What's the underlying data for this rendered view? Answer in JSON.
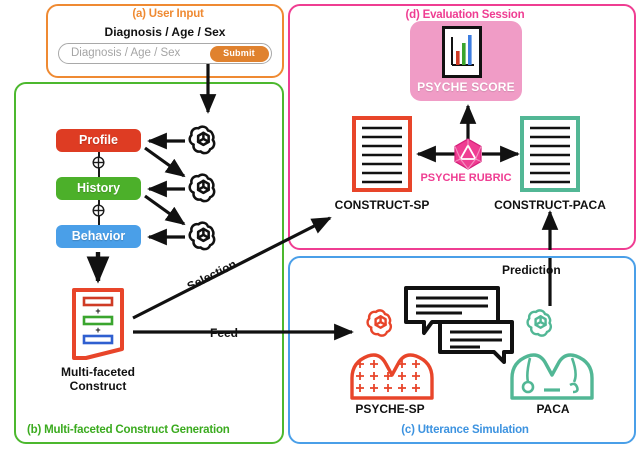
{
  "figure": {
    "panels": {
      "a": {
        "label": "(a) User Input",
        "color": "#ef8a32"
      },
      "b": {
        "label": "(b) Multi-faceted Construct Generation",
        "color": "#3bab1f"
      },
      "c": {
        "label": "(c) Utterance Simulation",
        "color": "#3d93e0"
      },
      "d": {
        "label": "(d) Evaluation Session",
        "color": "#ef3d92"
      }
    }
  },
  "user_input": {
    "prompt_label": "Diagnosis / Age / Sex",
    "field_placeholder": "Diagnosis / Age / Sex",
    "submit_label": "Submit",
    "submit_color": "#e0822f"
  },
  "construct_generation": {
    "facets": [
      {
        "label": "Profile",
        "color": "#de3c23"
      },
      {
        "label": "History",
        "color": "#4cb02a"
      },
      {
        "label": "Behavior",
        "color": "#4a9fe8"
      }
    ],
    "operator": "+",
    "output_label_line1": "Multi-faceted",
    "output_label_line2": "Construct",
    "model_icon": "openai-logo-icon"
  },
  "edges": {
    "selection": "Selection",
    "feed": "Feed",
    "prediction": "Prediction"
  },
  "utterance_simulation": {
    "agents": [
      {
        "name": "PSYCHE-SP",
        "color": "#e8452a",
        "icon": "openai-patient-avatar-icon"
      },
      {
        "name": "PACA",
        "color": "#52b795",
        "icon": "openai-doctor-avatar-icon"
      }
    ],
    "bubble_icon": "speech-bubble-icon"
  },
  "evaluation_session": {
    "score_box_label": "PSYCHE SCORE",
    "score_box_color": "#f09cc6",
    "score_icon": "bar-chart-card-icon",
    "score_bars": [
      {
        "color": "#cf3b25",
        "height": 14
      },
      {
        "color": "#3aa52e",
        "height": 22
      },
      {
        "color": "#3d7de0",
        "height": 30
      }
    ],
    "rubric_label": "PSYCHE RUBRIC",
    "rubric_icon": "d20-polyhedron-icon",
    "rubric_color": "#ef3d92",
    "documents": [
      {
        "caption": "CONSTRUCT-SP",
        "color": "#e8452a",
        "lines": 7
      },
      {
        "caption": "CONSTRUCT-PACA",
        "color": "#52b795",
        "lines": 7
      }
    ]
  }
}
